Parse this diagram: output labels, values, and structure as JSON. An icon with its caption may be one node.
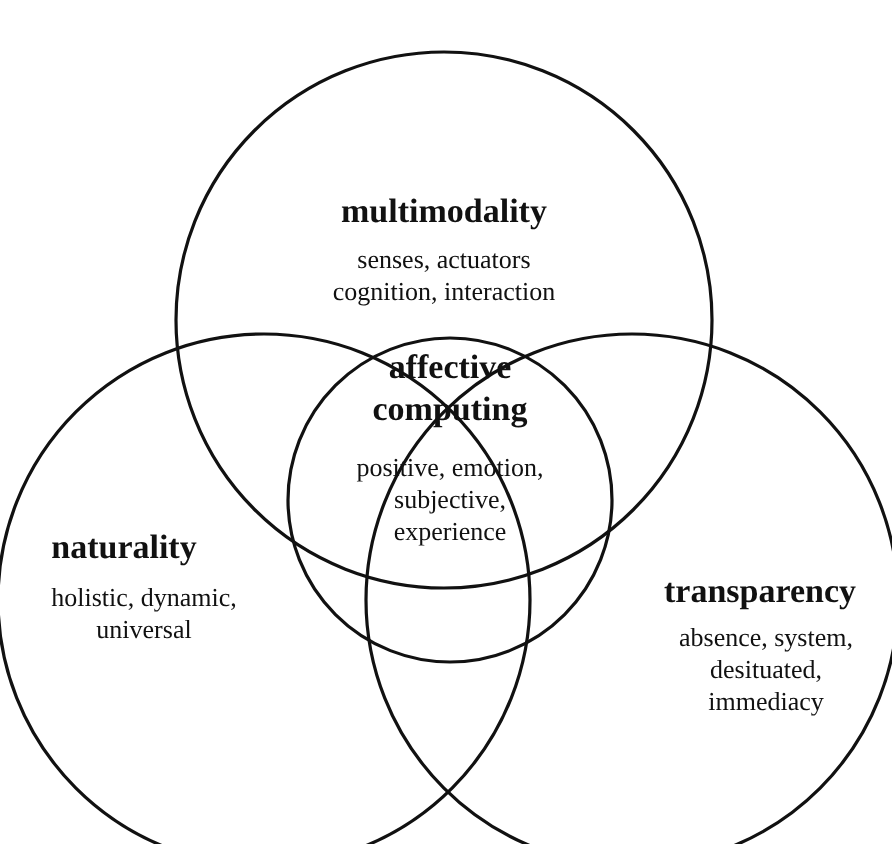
{
  "diagram": {
    "nodes": [
      {
        "text": [
          "multimodality",
          "senses, actuators cognition, interaction"
        ]
      },
      {
        "text": [
          "naturality",
          "holistic, dynamic, universal"
        ]
      },
      {
        "text": [
          "transparency",
          "absence, system, desituated, immediacy"
        ]
      },
      {
        "text": [
          "affective computing",
          "positive, emotion, subjective, experience"
        ]
      }
    ]
  }
}
